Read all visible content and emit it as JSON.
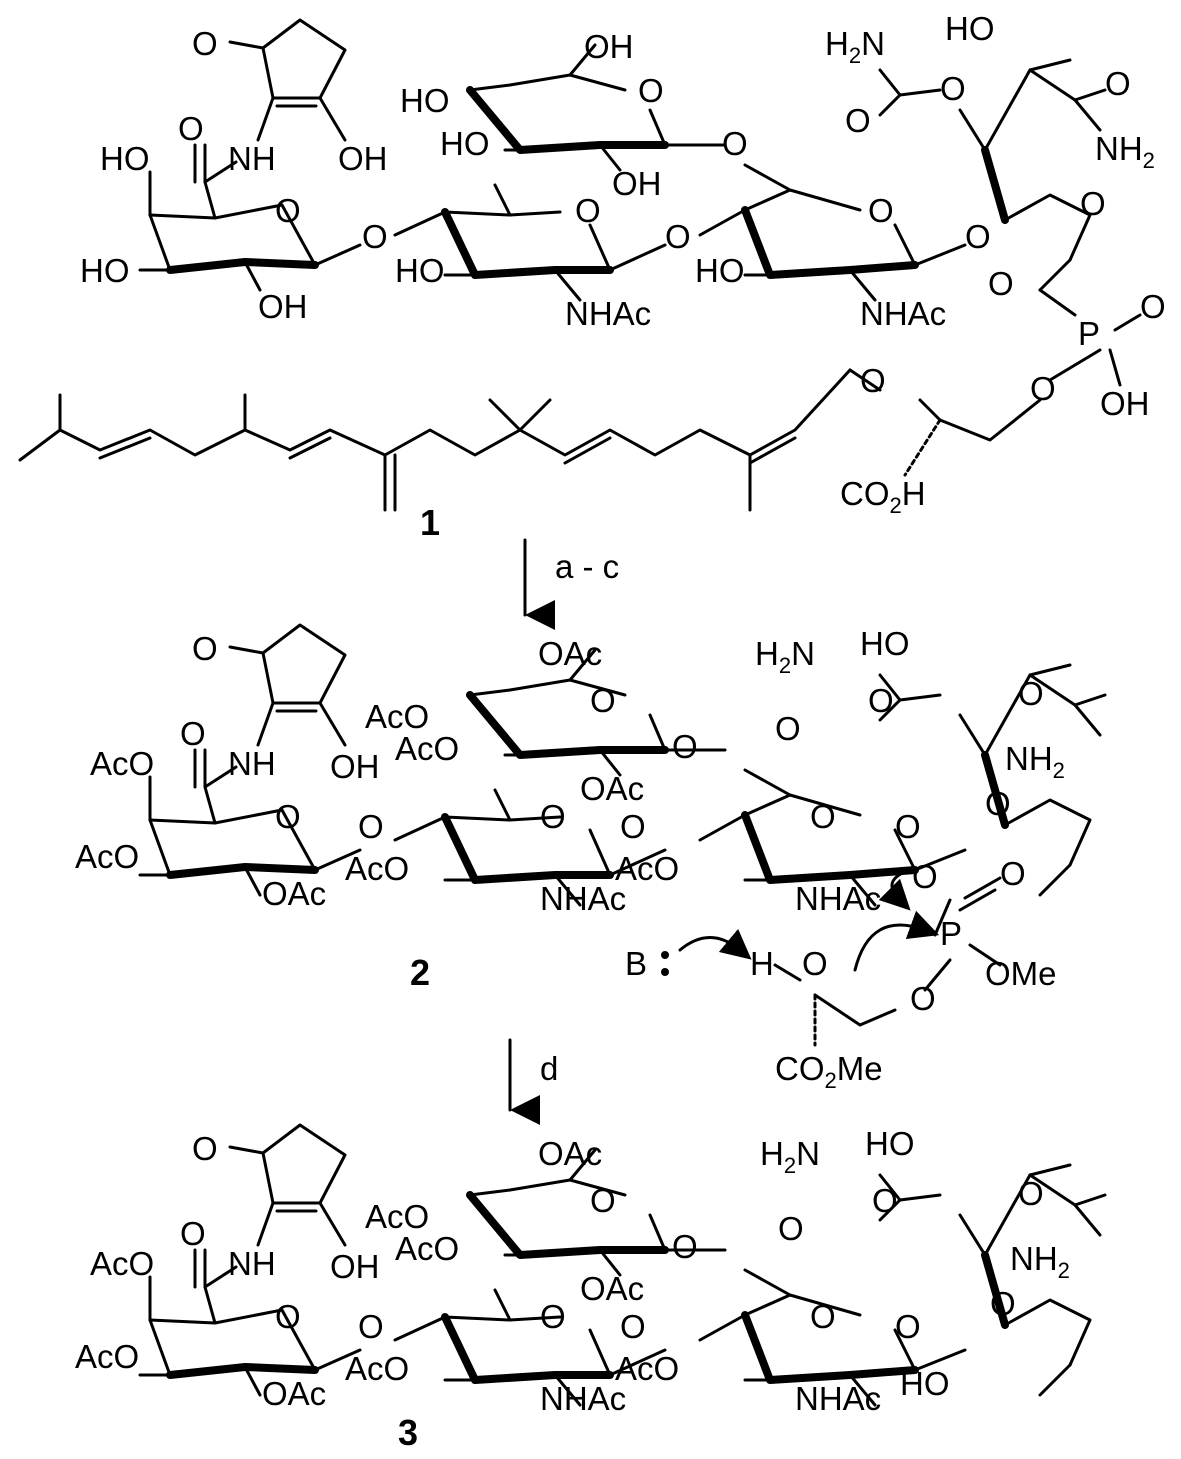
{
  "compounds": [
    "1",
    "2",
    "3"
  ],
  "conditions": {
    "step1": "a - c",
    "step2": "d"
  },
  "labels": {
    "oxo": "O",
    "ring_o": "O",
    "oh": "OH",
    "ho": "HO",
    "nh": "NH",
    "nhac": "NHAc",
    "oac": "OAc",
    "aco": "AcO",
    "h2n": "H2N",
    "nh2": "NH2",
    "p": "P",
    "co2h": "CO2H",
    "co2me": "CO2Me",
    "ome": "OMe",
    "base": "B",
    "h": "H"
  }
}
